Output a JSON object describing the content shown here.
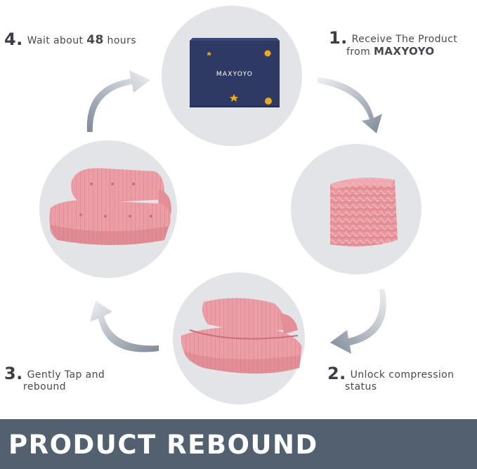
{
  "steps": [
    {
      "number": "1.",
      "line1": "Receive The Product",
      "line2_prefix": "from ",
      "line2_brand": "MAXYOYO"
    },
    {
      "number": "2.",
      "line1": "Unlock compression",
      "line2": "status"
    },
    {
      "number": "3.",
      "line1": "Gently Tap and",
      "line2": "rebound"
    },
    {
      "number": "4.",
      "text_prefix": "Wait about ",
      "text_bold": "48",
      "text_suffix": " hours"
    }
  ],
  "box": {
    "brand_text": "MAXYOYO"
  },
  "banner": {
    "title": "PRODUCT REBOUND"
  },
  "icons": {
    "logo": "maxyoyo-logo-icon",
    "arrows": "curved-arrow-icon"
  },
  "colors": {
    "banner": "#53606f",
    "circle": "#e3e4e8",
    "pink": "#eb9aa2",
    "box": "#2e3a64",
    "logo_gold": "#f0a81c"
  }
}
